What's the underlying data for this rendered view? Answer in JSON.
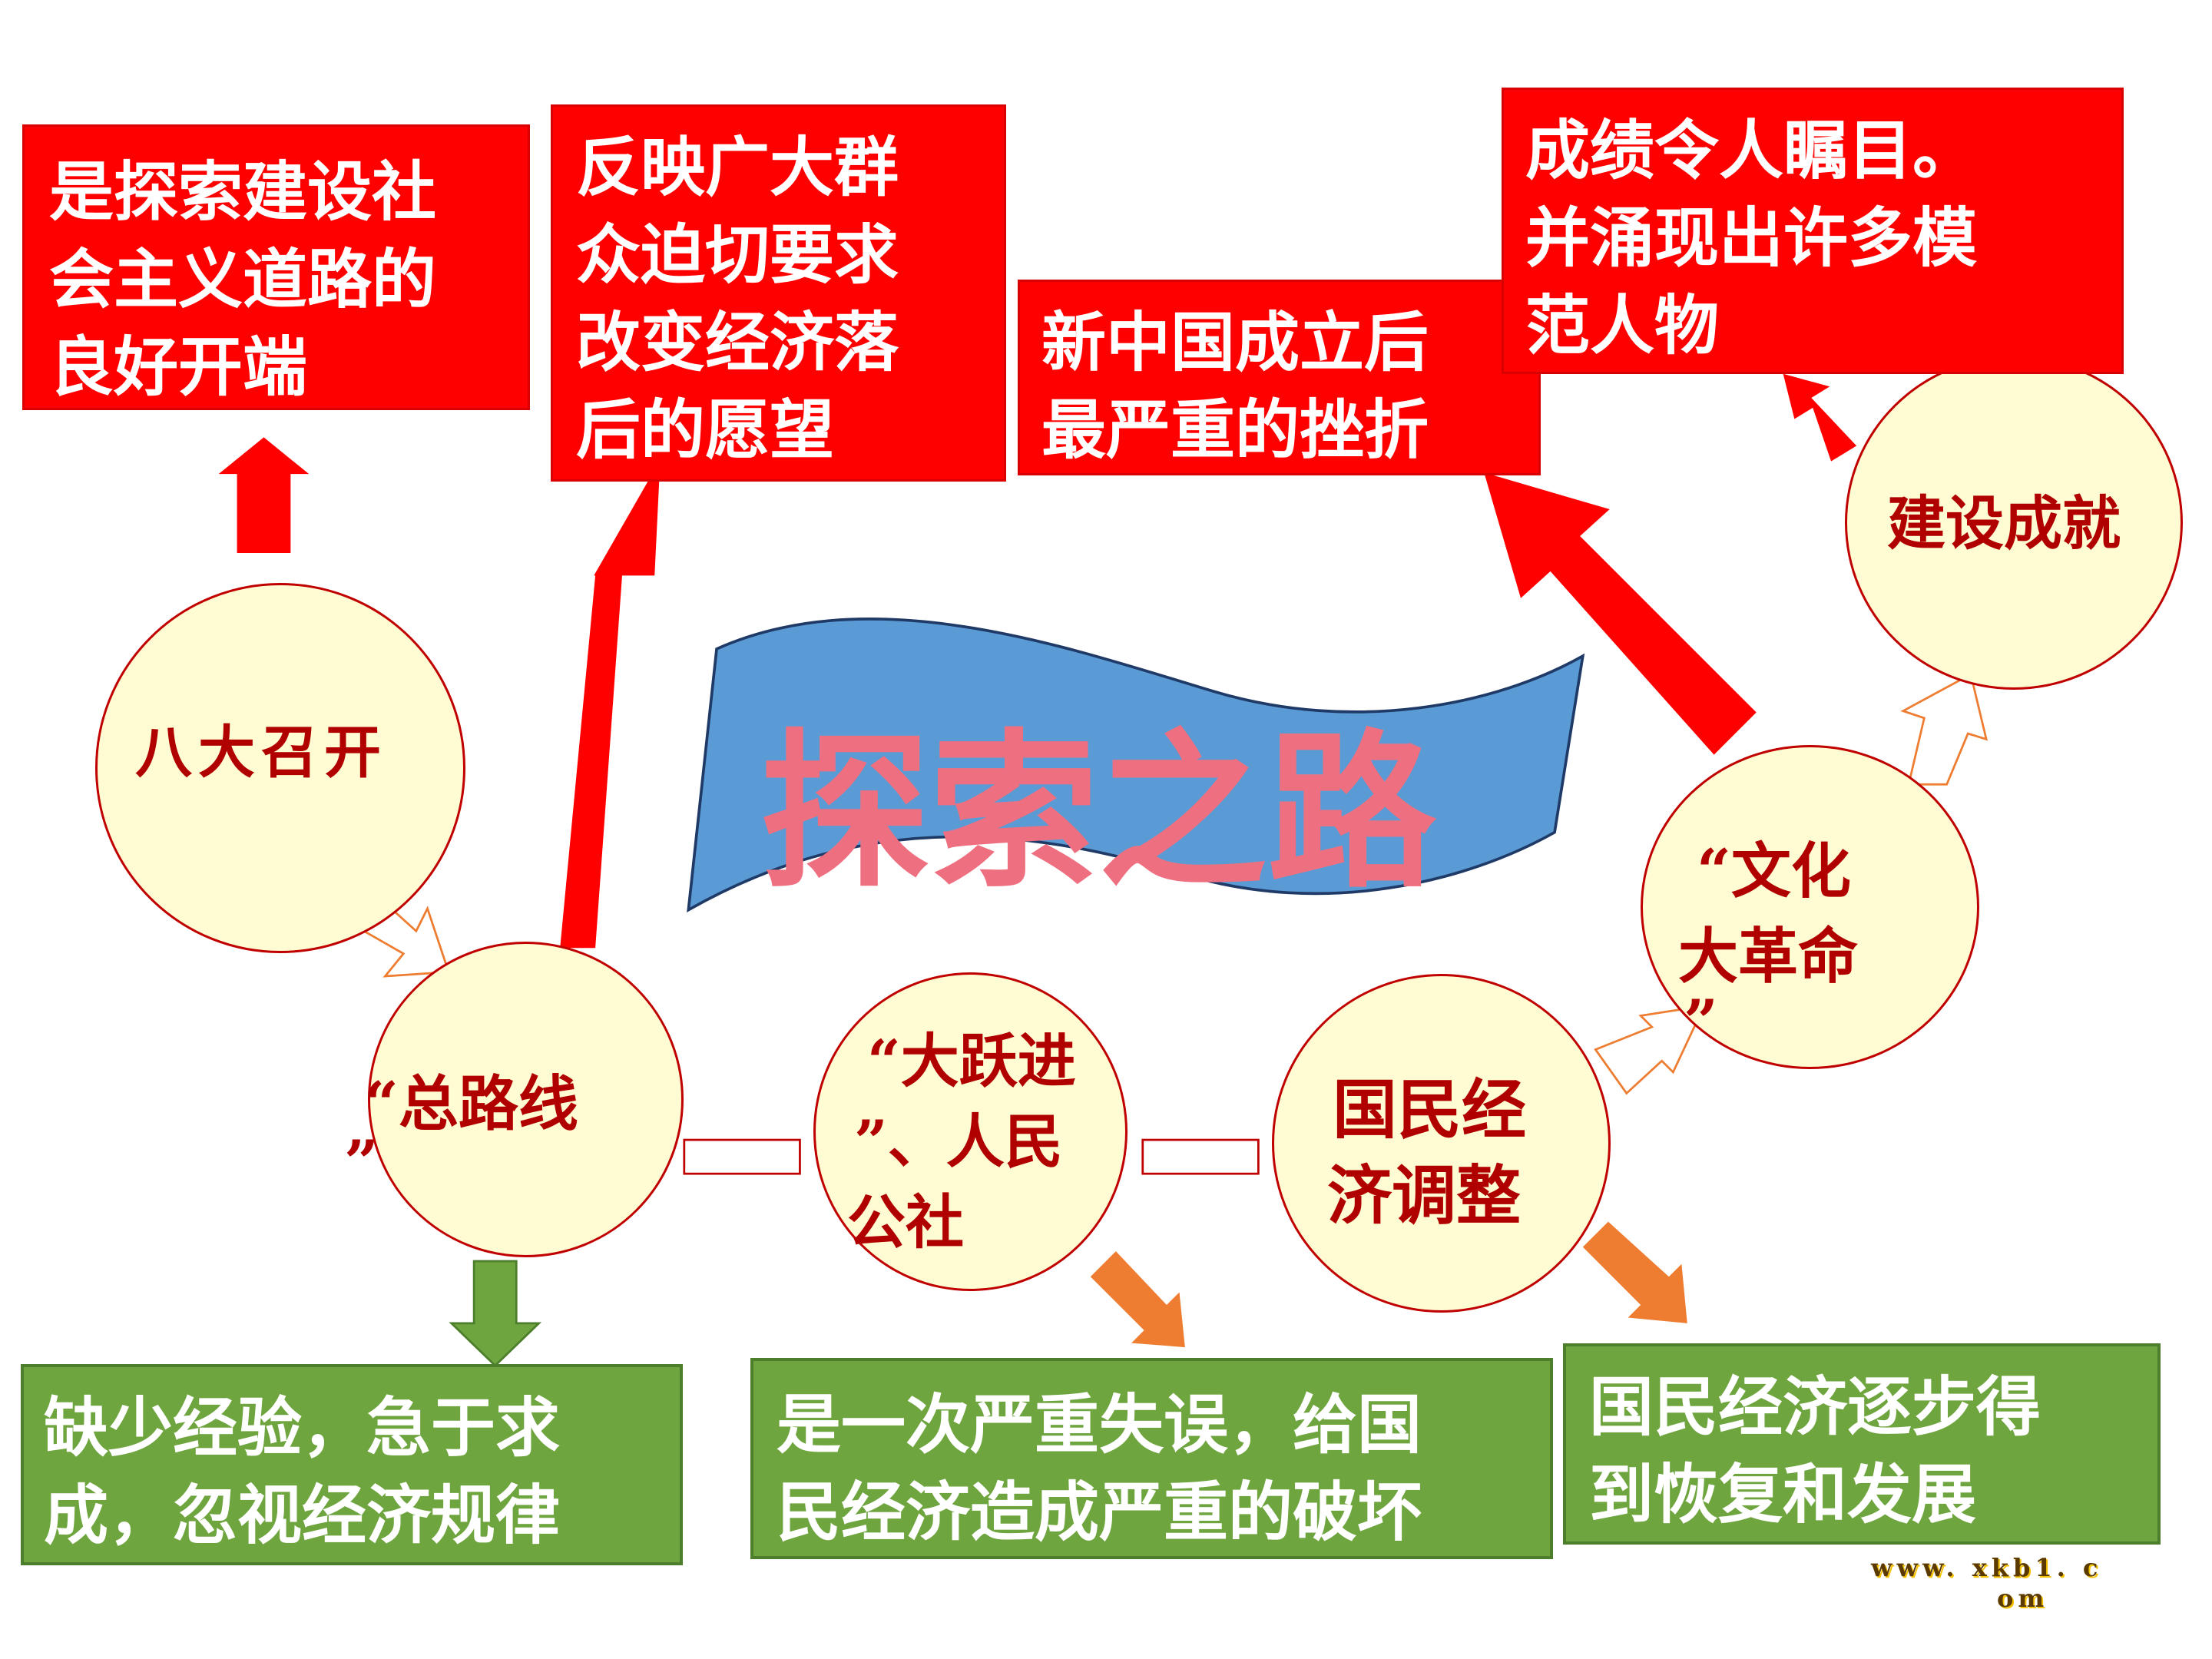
{
  "title": "探索之路",
  "nodes": {
    "bada": "八大召开",
    "zongluxian_line1": "“总路线",
    "zongluxian_line2": "”",
    "dayuejin_line1": "“大跃进",
    "dayuejin_line2": "”、人民",
    "dayuejin_line3": "公社",
    "tiaozheng_line1": "国民经",
    "tiaozheng_line2": "济调整",
    "wenge_line1": "“文化",
    "wenge_line2": "大革命",
    "wenge_line3": "”",
    "chengjiu": "建设成就"
  },
  "outcomes": {
    "bada": [
      "是探索建设社",
      "会主义道路的",
      "良好开端"
    ],
    "zongluxian": [
      "反映广大群",
      "众迫切要求",
      "改变经济落",
      "后的愿望"
    ],
    "wenge": [
      "新中国成立后",
      "最严重的挫折"
    ],
    "chengjiu": [
      "成绩令人瞩目。",
      "并涌现出许多模",
      "范人物"
    ]
  },
  "lessons": {
    "zongluxian": [
      "缺少经验，急于求",
      "成，忽视经济规律"
    ],
    "dayuejin": [
      "是一次严重失误，给国",
      "民经济造成严重的破坏"
    ],
    "tiaozheng": [
      "国民经济逐步得",
      "到恢复和发展"
    ]
  },
  "watermark": [
    "www. xkb1. c",
    "om"
  ],
  "colors": {
    "outcome_box": "#ff0000",
    "lesson_box": "#6fa53f",
    "node_fill": "#fffbd2",
    "node_text": "#b00000",
    "banner": "#5b9bd5",
    "title_text": "#ee7080",
    "arrow_green": "#6fa53f",
    "arrow_orange": "#ee7d31"
  }
}
